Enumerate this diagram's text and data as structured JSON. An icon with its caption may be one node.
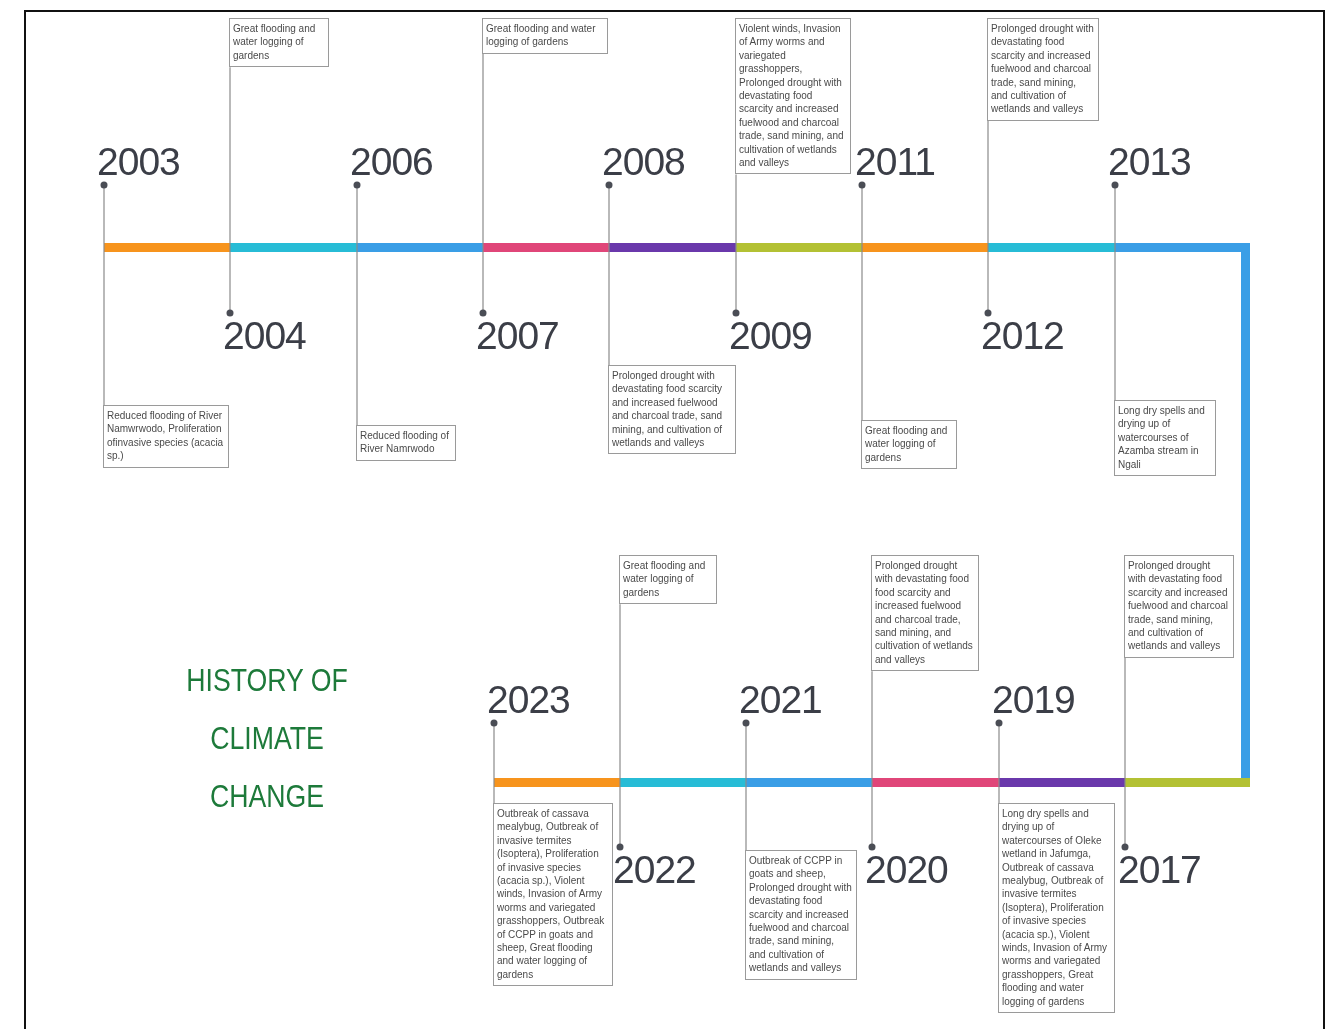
{
  "diagram": {
    "title": "HISTORY OF CLIMATE CHANGE",
    "nodes": [
      {
        "text": [
          "2003"
        ]
      },
      {
        "text": [
          "Reduced flooding of River Namwrwodo, Proliferation ofinvasive species (acacia sp.)"
        ]
      },
      {
        "text": [
          "2004"
        ]
      },
      {
        "text": [
          "Great flooding and water logging of gardens"
        ]
      },
      {
        "text": [
          "2006"
        ]
      },
      {
        "text": [
          "Reduced flooding of River Namrwodo"
        ]
      },
      {
        "text": [
          "2007"
        ]
      },
      {
        "text": [
          "Great flooding and water logging of gardens"
        ]
      },
      {
        "text": [
          "2008"
        ]
      },
      {
        "text": [
          "Prolonged drought with devastating food scarcity and increased fuelwood and charcoal trade, sand mining, and cultivation of wetlands and valleys"
        ]
      },
      {
        "text": [
          "2009"
        ]
      },
      {
        "text": [
          "Violent winds, Invasion of Army worms and variegated grasshoppers, Prolonged drought with devastating food scarcity and increased fuelwood and charcoal trade, sand mining, and cultivation of wetlands and valleys"
        ]
      },
      {
        "text": [
          "2011"
        ]
      },
      {
        "text": [
          "Great flooding and water logging of gardens"
        ]
      },
      {
        "text": [
          "2012"
        ]
      },
      {
        "text": [
          "Prolonged drought with devastating food scarcity and increased fuelwood and charcoal trade, sand mining, and cultivation of wetlands and valleys"
        ]
      },
      {
        "text": [
          "2013"
        ]
      },
      {
        "text": [
          "Long dry spells and drying up of watercourses of Azamba stream in Ngali"
        ]
      },
      {
        "text": [
          "2017"
        ]
      },
      {
        "text": [
          "Prolonged drought with devastating food scarcity and increased fuelwood and charcoal trade, sand mining, and cultivation of wetlands and valleys"
        ]
      },
      {
        "text": [
          "2019"
        ]
      },
      {
        "text": [
          "Long dry spells and drying up of watercourses of Oleke wetland in Jafumga, Outbreak of cassava mealybug, Outbreak of invasive termites (Isoptera), Proliferation of invasive species (acacia sp.), Violent winds, Invasion of Army worms and variegated grasshoppers, Great flooding and water logging of gardens"
        ]
      },
      {
        "text": [
          "2020"
        ]
      },
      {
        "text": [
          "Prolonged drought with devastating food food scarcity and increased fuelwood and charcoal trade, sand mining, and cultivation of wetlands and valleys"
        ]
      },
      {
        "text": [
          "2021"
        ]
      },
      {
        "text": [
          "Outbreak of CCPP in goats and sheep, Prolonged drought with devastating food scarcity and increased fuelwood and charcoal trade, sand mining, and cultivation of wetlands and valleys"
        ]
      },
      {
        "text": [
          "2022"
        ]
      },
      {
        "text": [
          "Great flooding and water logging of gardens"
        ]
      },
      {
        "text": [
          "2023"
        ]
      },
      {
        "text": [
          "Outbreak of cassava mealybug, Outbreak of invasive termites (Isoptera), Proliferation of invasive species (acacia sp.), Violent winds, Invasion of Army worms and variegated grasshoppers, Outbreak of CCPP in goats and sheep, Great flooding and water logging of gardens"
        ]
      }
    ],
    "edges": [
      {
        "from": 0,
        "to": 1,
        "arrow": "other"
      },
      {
        "from": 2,
        "to": 3,
        "arrow": "other"
      },
      {
        "from": 4,
        "to": 5,
        "arrow": "other"
      },
      {
        "from": 6,
        "to": 7,
        "arrow": "other"
      },
      {
        "from": 8,
        "to": 9,
        "arrow": "other"
      },
      {
        "from": 10,
        "to": 11,
        "arrow": "other"
      },
      {
        "from": 12,
        "to": 13,
        "arrow": "other"
      },
      {
        "from": 14,
        "to": 15,
        "arrow": "other"
      },
      {
        "from": 16,
        "to": 17,
        "arrow": "other"
      },
      {
        "from": 18,
        "to": 19,
        "arrow": "other"
      },
      {
        "from": 20,
        "to": 21,
        "arrow": "other"
      },
      {
        "from": 22,
        "to": 23,
        "arrow": "other"
      },
      {
        "from": 24,
        "to": 25,
        "arrow": "other"
      },
      {
        "from": 26,
        "to": 27,
        "arrow": "other"
      },
      {
        "from": 28,
        "to": 29,
        "arrow": "other"
      }
    ]
  }
}
